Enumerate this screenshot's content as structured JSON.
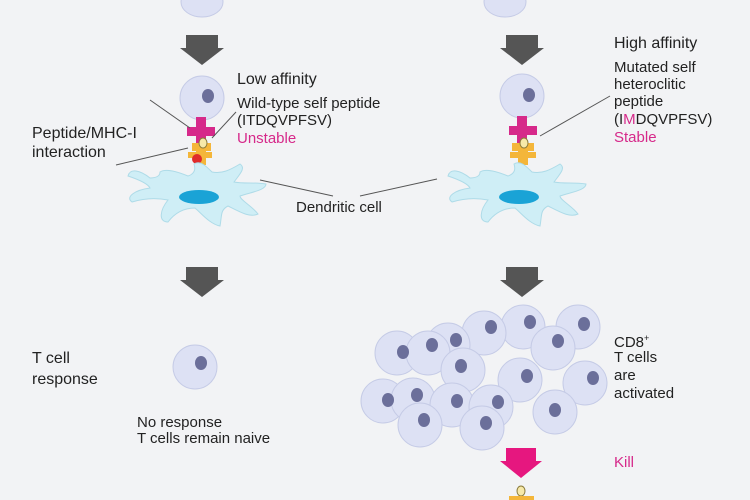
{
  "colors": {
    "background": "#f2f3f5",
    "arrow": "#555555",
    "cell_fill": "#dde1f4",
    "cell_stroke": "#c5cbe6",
    "nucleus": "#6b6f9a",
    "dendritic": "#cfeef6",
    "dendritic_nucleus": "#1aa3d6",
    "mhc_magenta": "#d6298a",
    "mhc_yellow": "#f4b63a",
    "peptide_red": "#e02b2b",
    "kill_arrow": "#e6177f",
    "accent_text": "#d6298a"
  },
  "left": {
    "affinity": "Low affinity",
    "peptide_line1": "Wild-type self peptide",
    "peptide_line2": "(ITDQVPFSV)",
    "stability": "Unstable",
    "interaction_line1": "Peptide/MHC-I",
    "interaction_line2": "interaction",
    "response_line1": "T cell",
    "response_line2": "response",
    "outcome_line1": "No response",
    "outcome_line2": "T cells remain naive"
  },
  "center": {
    "dendritic_label": "Dendritic cell"
  },
  "right": {
    "affinity": "High affinity",
    "peptide_line1": "Mutated self",
    "peptide_line2": "heteroclitic",
    "peptide_line3": "peptide",
    "peptide_seq_prefix": "(I",
    "peptide_seq_mutation": "M",
    "peptide_seq_suffix": "DQVPFSV)",
    "stability": "Stable",
    "activated_line1": "CD8",
    "activated_sup": "+",
    "activated_line2": "T cells",
    "activated_line3": "are",
    "activated_line4": "activated",
    "kill": "Kill"
  }
}
